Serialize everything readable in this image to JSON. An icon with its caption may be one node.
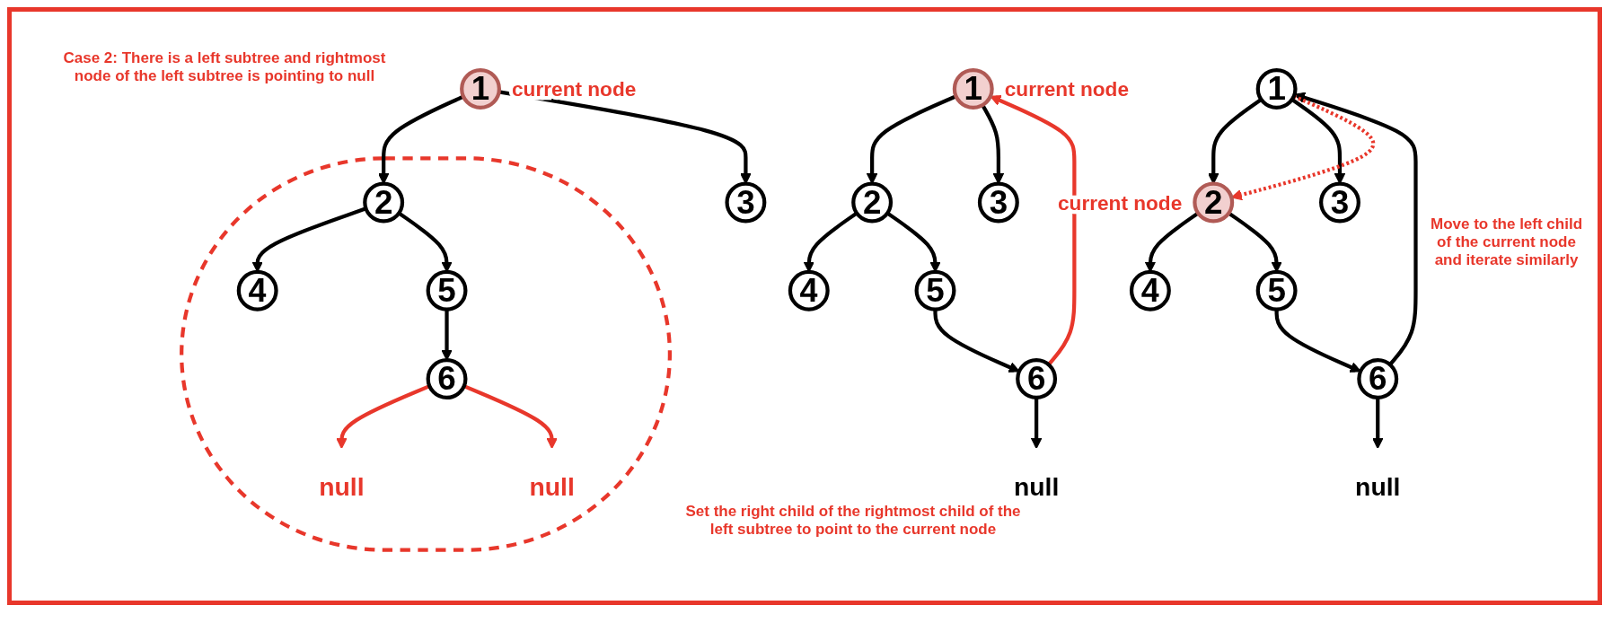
{
  "diagram": {
    "nodes": [
      {
        "text": [
          "1"
        ],
        "beside": [
          "current node"
        ]
      },
      {
        "text": [],
        "shape": "ellipse"
      },
      {
        "text": [
          "2"
        ],
        "in": 1
      },
      {
        "text": [
          "3"
        ]
      },
      {
        "text": [
          "4"
        ],
        "in": 1
      },
      {
        "text": [
          "5"
        ],
        "in": 1
      },
      {
        "text": [
          "6"
        ],
        "in": 1
      },
      {
        "text": [
          "null"
        ],
        "in": 1
      },
      {
        "text": [
          "null"
        ],
        "in": 1
      },
      {
        "text": [
          "1"
        ],
        "beside": [
          "current node"
        ]
      },
      {
        "text": [
          "2"
        ]
      },
      {
        "text": [
          "3"
        ]
      },
      {
        "text": [
          "4"
        ]
      },
      {
        "text": [
          "5"
        ]
      },
      {
        "text": [
          "6"
        ]
      },
      {
        "text": [
          "null"
        ]
      },
      {
        "text": [
          "1"
        ]
      },
      {
        "text": [
          "2"
        ],
        "beside": [
          "current node"
        ]
      },
      {
        "text": [
          "3"
        ]
      },
      {
        "text": [
          "4"
        ]
      },
      {
        "text": [
          "5"
        ]
      },
      {
        "text": [
          "6"
        ]
      },
      {
        "text": [
          "null"
        ]
      }
    ],
    "edges": [
      {
        "from": 0,
        "to": 2,
        "arrow": "to"
      },
      {
        "from": 0,
        "to": 3,
        "arrow": "to"
      },
      {
        "from": 2,
        "to": 4,
        "arrow": "to"
      },
      {
        "from": 2,
        "to": 5,
        "arrow": "to"
      },
      {
        "from": 5,
        "to": 6,
        "arrow": "to"
      },
      {
        "from": 6,
        "to": 7,
        "arrow": "to",
        "color": "#e8372b"
      },
      {
        "from": 6,
        "to": 8,
        "arrow": "to",
        "color": "#e8372b"
      },
      {
        "from": 9,
        "to": 10,
        "arrow": "to"
      },
      {
        "from": 9,
        "to": 11,
        "arrow": "to"
      },
      {
        "from": 10,
        "to": 12,
        "arrow": "to"
      },
      {
        "from": 10,
        "to": 13,
        "arrow": "to"
      },
      {
        "from": 13,
        "to": 14,
        "arrow": "to"
      },
      {
        "from": 14,
        "to": 15,
        "arrow": "to"
      },
      {
        "from": 14,
        "to": 9,
        "arrow": "to",
        "color": "#e8372b"
      },
      {
        "from": 16,
        "to": 17,
        "arrow": "to"
      },
      {
        "from": 16,
        "to": 18,
        "arrow": "to"
      },
      {
        "from": 17,
        "to": 19,
        "arrow": "to"
      },
      {
        "from": 17,
        "to": 20,
        "arrow": "to"
      },
      {
        "from": 20,
        "to": 21,
        "arrow": "to"
      },
      {
        "from": 21,
        "to": 22,
        "arrow": "to"
      },
      {
        "from": 21,
        "to": 16,
        "arrow": "to"
      },
      {
        "from": 16,
        "to": 17,
        "arrow": "to",
        "style": "dashed",
        "color": "#e8372b"
      }
    ],
    "labels": [
      "Case 2: There is a left subtree and rightmost node of the left subtree is pointing to null",
      "Set the right child of the rightmost child of the left subtree to point to the current node",
      "Move to the left child of the current node and iterate similarly"
    ]
  }
}
